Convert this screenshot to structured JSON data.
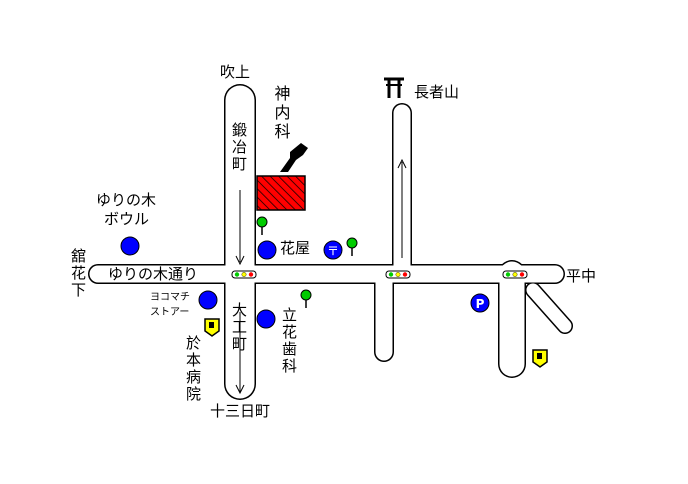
{
  "colors": {
    "road_fill": "#ffffff",
    "road_stroke": "#000000",
    "clinic": "#ff0000",
    "landmark": "#0000ff",
    "tree": "#00cc00",
    "gas_station": "#ffff00",
    "signal_green": "#00cc00",
    "signal_yellow": "#ffff00",
    "signal_red": "#ff0000"
  },
  "labels": {
    "fukiage": "吹上",
    "kajimachi": "鍛冶町",
    "clinic": "神内科",
    "chojayama": "長者山",
    "yurinoki_bowl_1": "ゆりの木",
    "yurinoki_bowl_2": "ボウル",
    "hanaya": "花屋",
    "kanhanashita": "舘花下",
    "yurinoki_dori": "ゆりの木通り",
    "heichu": "平中",
    "yokomachi_1": "ヨコマチ",
    "yokomachi_2": "ストアー",
    "daikumachi": "大工町",
    "tachibana_dental": "立花歯科",
    "omoto_hospital": "於本病院",
    "jusannichimachi": "十三日町",
    "post_office_symbol": "〒",
    "parking_symbol": "P",
    "shrine_symbol": "⛩"
  },
  "icons": {
    "clinic_marker": "hatched-red-square",
    "pointer": "black-arrow",
    "landmarks": "blue-circle",
    "trees": "tree-icon",
    "gas_stations": "gas-station-icon",
    "signals": "traffic-light-icon",
    "direction_arrows": "one-way-arrow"
  }
}
